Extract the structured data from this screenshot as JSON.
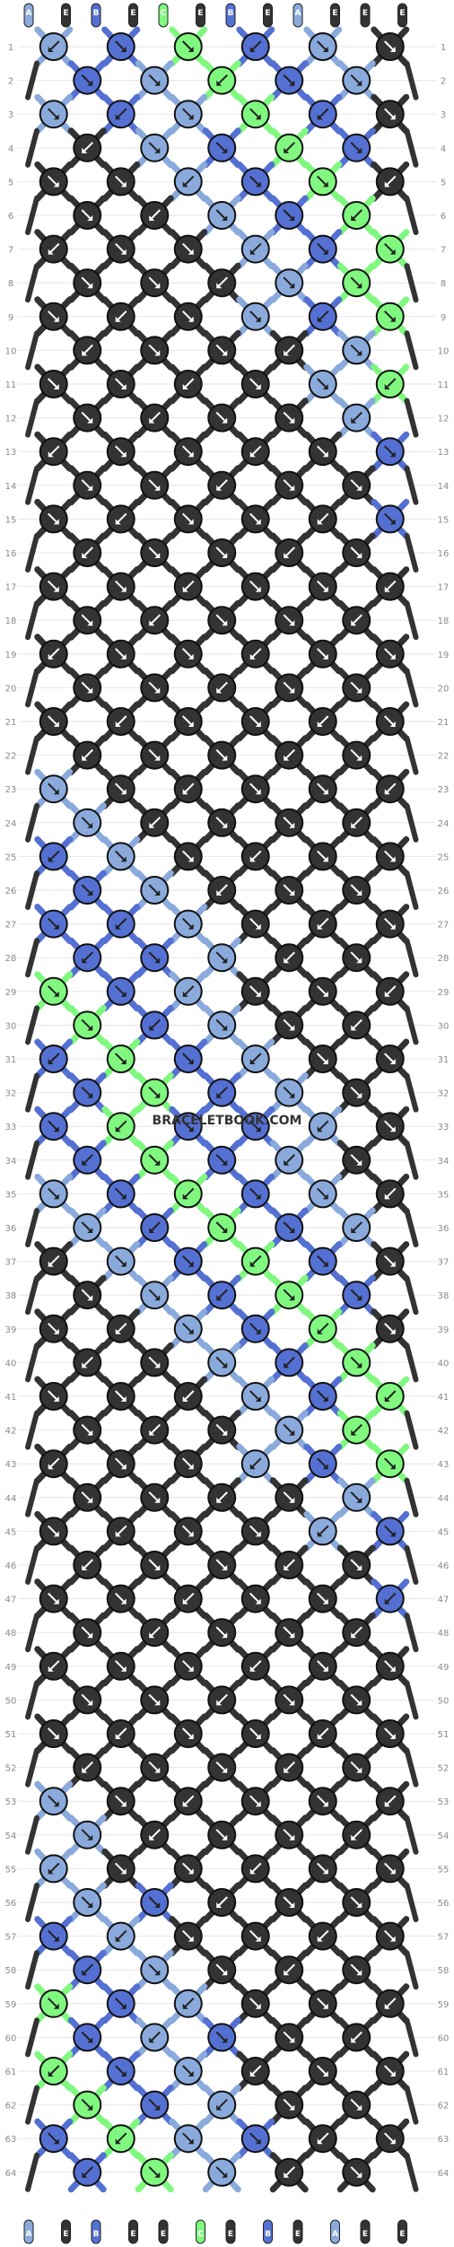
{
  "pattern": {
    "site_name": "BRACELETBOOK.COM",
    "rows": 64,
    "knots_per_odd_row": 6,
    "knots_per_even_row": 5,
    "strings": [
      {
        "letter": "A",
        "color": "#8aaadc"
      },
      {
        "letter": "E",
        "color": "#333333"
      },
      {
        "letter": "B",
        "color": "#5470d2"
      },
      {
        "letter": "E",
        "color": "#333333"
      },
      {
        "letter": "C",
        "color": "#80f880"
      },
      {
        "letter": "E",
        "color": "#333333"
      },
      {
        "letter": "B",
        "color": "#5470d2"
      },
      {
        "letter": "E",
        "color": "#333333"
      },
      {
        "letter": "A",
        "color": "#8aaadc"
      },
      {
        "letter": "E",
        "color": "#333333"
      },
      {
        "letter": "E",
        "color": "#333333"
      },
      {
        "letter": "E",
        "color": "#333333"
      }
    ],
    "bottom_strings": [
      {
        "letter": "A",
        "color": "#8aaadc"
      },
      {
        "letter": "E",
        "color": "#333333"
      },
      {
        "letter": "B",
        "color": "#5470d2"
      },
      {
        "letter": "E",
        "color": "#333333"
      },
      {
        "letter": "E",
        "color": "#333333"
      },
      {
        "letter": "C",
        "color": "#80f880"
      },
      {
        "letter": "E",
        "color": "#333333"
      },
      {
        "letter": "B",
        "color": "#5470d2"
      },
      {
        "letter": "E",
        "color": "#333333"
      },
      {
        "letter": "A",
        "color": "#8aaadc"
      },
      {
        "letter": "E",
        "color": "#333333"
      },
      {
        "letter": "E",
        "color": "#333333"
      }
    ],
    "palette": {
      "A": "#8aaadc",
      "B": "#5470d2",
      "C": "#80f880",
      "E": "#333333"
    },
    "knot_colors": [
      "A B C B A E",
      "B A C B A",
      "A B A C B E",
      "E A B C B",
      "E E A B C E",
      "E E A B C",
      "E E E A B C",
      "E E E A C",
      "E E E A B C",
      "E E E E A",
      "E E E E A C",
      "E E E E A",
      "E E E E E B",
      "E E E E E",
      "E E E E E B",
      "E E E E E",
      "E E E E E E",
      "E E E E E",
      "E E E E E E",
      "E E E E E",
      "E E E E E E",
      "E E E E E",
      "A E E E E E",
      "A E E E E",
      "B A E E E E",
      "B A E E E",
      "B B A E E E",
      "B B A E E",
      "C B A E E E",
      "C B A E E",
      "B C B A E E",
      "B C B A E",
      "B C B B A E",
      "B C B A E",
      "A B C B A E",
      "A B C B A",
      "E A B C B E",
      "E A B C B",
      "E E A B C E",
      "E E A B C",
      "E E E A B C",
      "E E E A C",
      "E E E A B C",
      "E E E E A",
      "E E E E A B",
      "E E E E E",
      "E E E E E B",
      "E E E E E",
      "E E E E E E",
      "E E E E E",
      "E E E E E E",
      "E E E E E",
      "A E E E E E",
      "A E E E E",
      "A E E E E E",
      "A B E E E",
      "B A E E E E",
      "B A E E E",
      "C B A E E E",
      "B A B E E",
      "C B A E E E",
      "C B A E E",
      "B C A B E E",
      "B C A E E"
    ]
  }
}
